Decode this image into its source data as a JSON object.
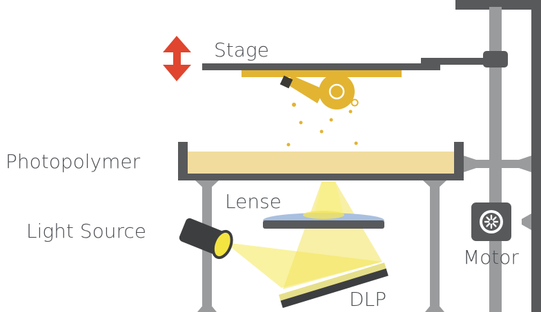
{
  "labels": {
    "stage": "Stage",
    "photopolymer": "Photopolymer",
    "lense": "Lense",
    "light_source": "Light Source",
    "motor": "Motor",
    "dlp": "DLP"
  },
  "colors": {
    "frame": "#58595b",
    "pillar": "#9a9b9d",
    "resin": "#f1dc9e",
    "print": "#e2b432",
    "arrow": "#e0452f",
    "light": "#f7ef8a",
    "lens": "#a9c0e0",
    "text": "#4a4d52"
  },
  "icons": {
    "arrow": "double-arrow-icon",
    "motor": "gear-icon",
    "light_source": "flashlight-icon",
    "print_object": "whistle-icon"
  }
}
